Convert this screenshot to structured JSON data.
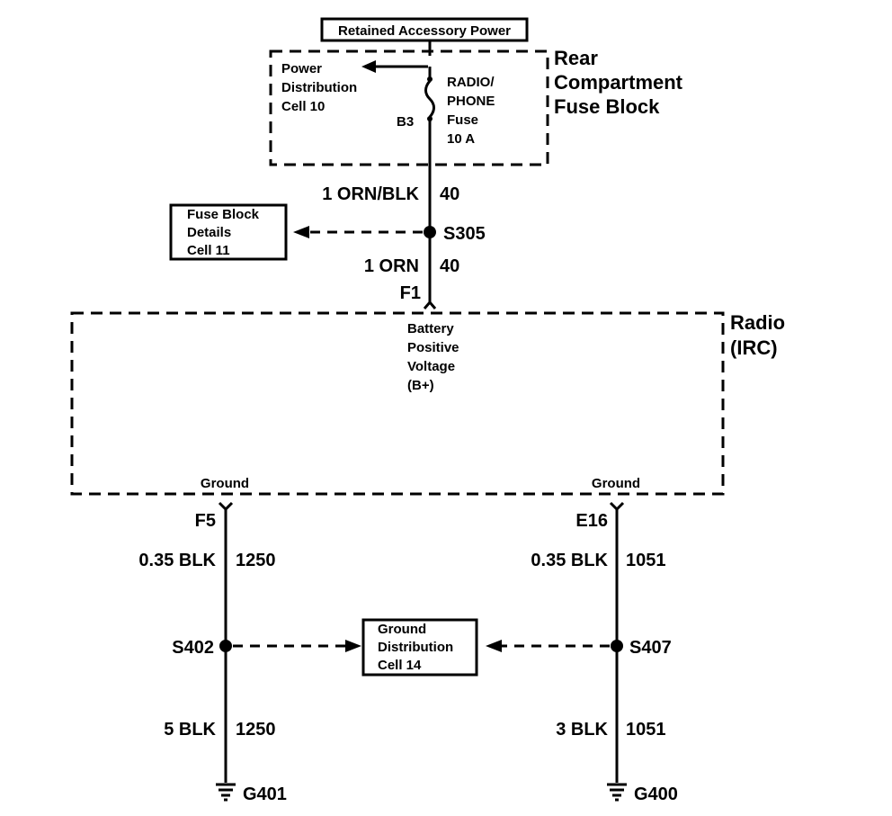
{
  "source_label": "Retained Accessory Power",
  "fuse_block": {
    "title_lines": [
      "Rear",
      "Compartment",
      "Fuse Block"
    ],
    "ref_lines": [
      "Power",
      "Distribution",
      "Cell 10"
    ],
    "fuse_lines": [
      "RADIO/",
      "PHONE",
      "Fuse",
      "10 A"
    ],
    "terminal": "B3"
  },
  "wires": {
    "w1_gauge_color": "1 ORN/BLK",
    "w1_circuit": "40",
    "w2_gauge_color": "1 ORN",
    "w2_circuit": "40",
    "w3_gauge_color": "0.35 BLK",
    "w3_circuit": "1250",
    "w4_gauge_color": "0.35 BLK",
    "w4_circuit": "1051",
    "w5_gauge_color": "5 BLK",
    "w5_circuit": "1250",
    "w6_gauge_color": "3 BLK",
    "w6_circuit": "1051"
  },
  "splices": {
    "s305": "S305",
    "s402": "S402",
    "s407": "S407"
  },
  "fuse_block_details_lines": [
    "Fuse Block",
    "Details",
    "Cell 11"
  ],
  "ground_distribution_lines": [
    "Ground",
    "Distribution",
    "Cell 14"
  ],
  "radio": {
    "title_lines": [
      "Radio",
      "(IRC)"
    ],
    "bplus_lines": [
      "Battery",
      "Positive",
      "Voltage",
      "(B+)"
    ],
    "ground_left": "Ground",
    "ground_right": "Ground"
  },
  "connectors": {
    "f1": "F1",
    "f5": "F5",
    "e16": "E16"
  },
  "grounds": {
    "g401": "G401",
    "g400": "G400"
  }
}
